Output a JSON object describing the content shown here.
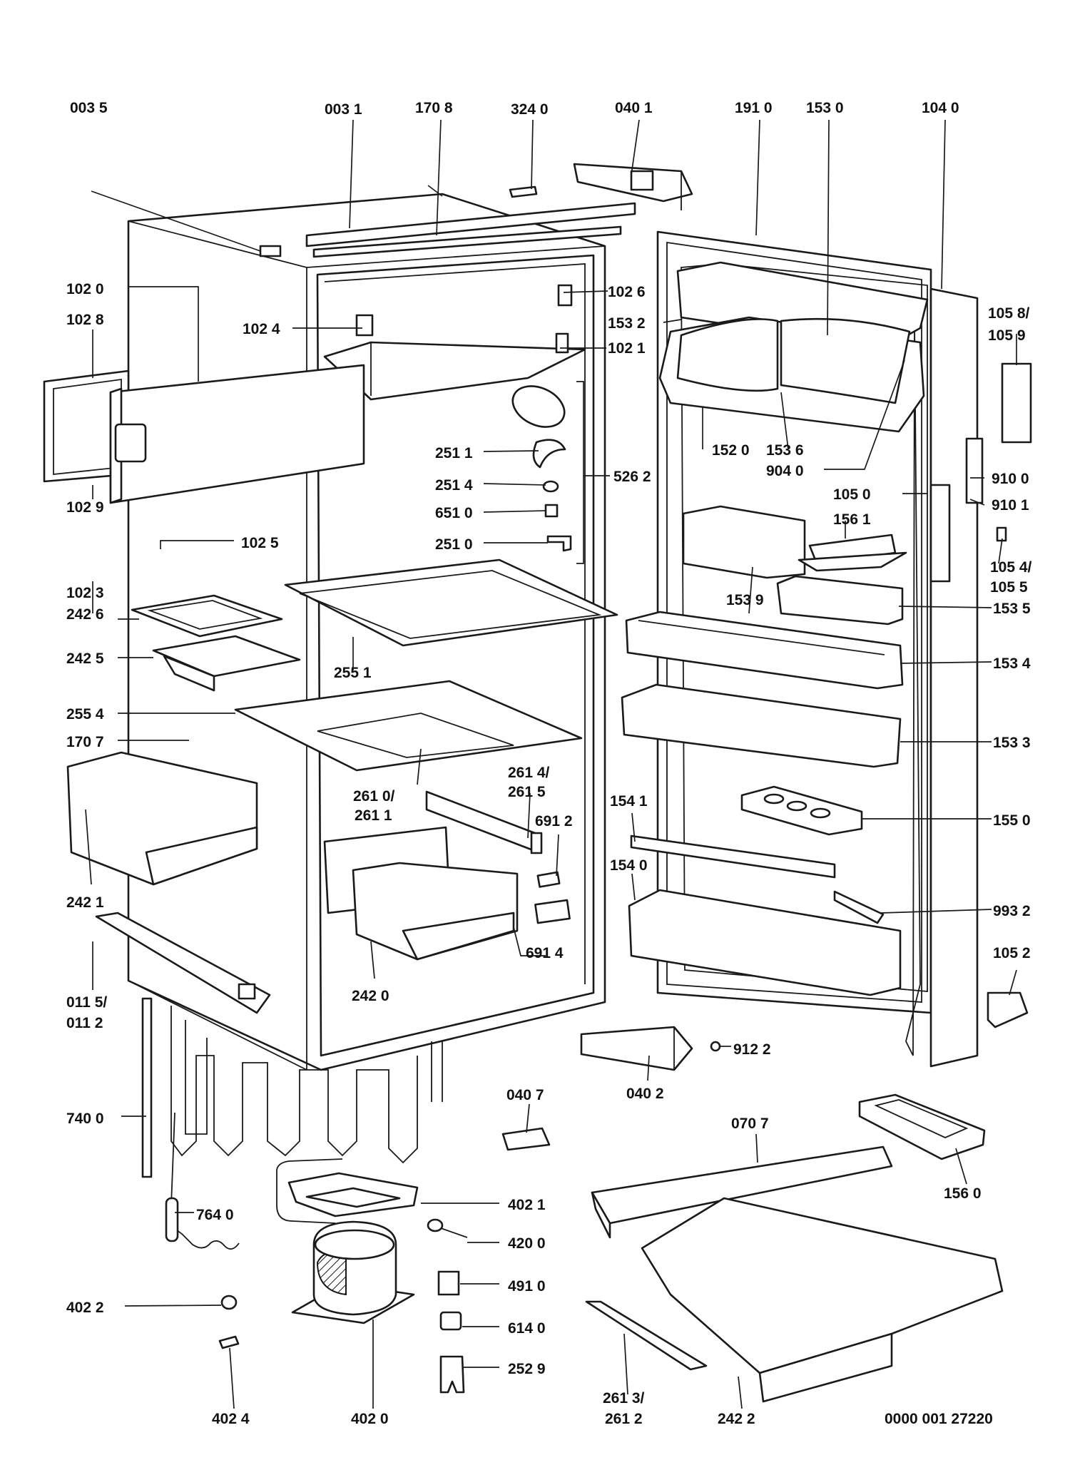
{
  "labels": {
    "p0035": "003 5",
    "p0031": "003 1",
    "p1708": "170 8",
    "p3240": "324 0",
    "p0401": "040 1",
    "p1910": "191 0",
    "p1530": "153 0",
    "p1040": "104 0",
    "p1020": "102 0",
    "p1028": "102 8",
    "p1024": "102 4",
    "p1026": "102 6",
    "p1532": "153 2",
    "p1021": "102 1",
    "p1058": "105 8/",
    "p1059": "105 9",
    "p1029": "102 9",
    "p2511": "251 1",
    "p2514": "251 4",
    "p6510": "651 0",
    "p2510": "251 0",
    "p5262": "526 2",
    "p1520": "152 0",
    "p1536": "153 6",
    "p9040": "904 0",
    "p1050": "105 0",
    "p9100": "910 0",
    "p9101": "910 1",
    "p1561": "156 1",
    "p1054": "105 4/",
    "p1055": "105 5",
    "p1025": "102 5",
    "p1023": "102 3",
    "p2426": "242 6",
    "p2425": "242 5",
    "p2551": "255 1",
    "p1539": "153 9",
    "p1535": "153 5",
    "p1534": "153 4",
    "p2554": "255 4",
    "p1707": "170 7",
    "p1533": "153 3",
    "p2614": "261 4/",
    "p2615": "261 5",
    "p2610": "261 0/",
    "p2611": "261 1",
    "p1541": "154 1",
    "p6912": "691 2",
    "p1550": "155 0",
    "p1540": "154 0",
    "p2421": "242 1",
    "p9932": "993 2",
    "p6914": "691 4",
    "p1052": "105 2",
    "p0115": "011 5/",
    "p0112": "011 2",
    "p2420": "242 0",
    "p9122": "912 2",
    "p0402": "040 2",
    "p0407": "040 7",
    "p0707": "070 7",
    "p7400": "740 0",
    "p1560": "156 0",
    "p4021": "402 1",
    "p7640": "764 0",
    "p4200": "420 0",
    "p4910": "491 0",
    "p4022": "402 2",
    "p6140": "614 0",
    "p2529": "252 9",
    "p2613": "261 3/",
    "p2612": "261 2",
    "p4024": "402 4",
    "p4020": "402 0",
    "p2422": "242 2",
    "doc_id": "0000 001 27220"
  }
}
